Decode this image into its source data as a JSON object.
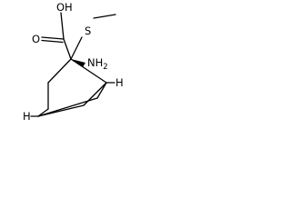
{
  "molecule": {
    "atom_labels": {
      "carboxyl": "OH",
      "carbonyl": "O",
      "thioether": "S",
      "amine": "NH",
      "amine_subscript": "2",
      "bridgehead_h_right": "H",
      "bridgehead_h_left": "H"
    },
    "colors": {
      "ink": "#000000",
      "background": "#ffffff"
    }
  }
}
